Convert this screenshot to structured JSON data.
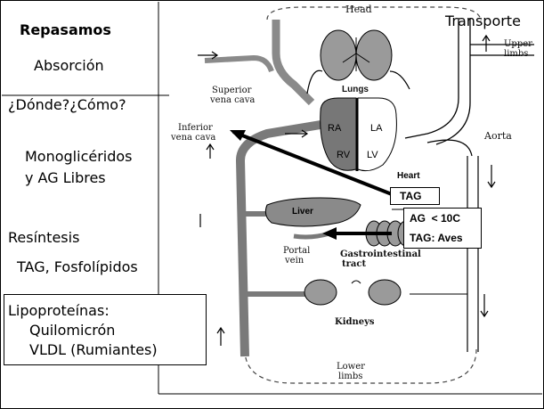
{
  "slide": {
    "title": "Repasamos",
    "topic_transport": "Transporte",
    "items": {
      "absorcion": "Absorción",
      "donde_como": "¿Dónde?¿Cómo?",
      "mono_line1": "Monoglicéridos",
      "mono_line2": "y AG Libres",
      "resintesis": "Resíntesis",
      "tag_fosfo": "TAG, Fosfolípidos"
    },
    "lipoproteins": {
      "heading": "Lipoproteínas:",
      "line1": "Quilomicrón",
      "line2": "VLDL (Rumiantes)"
    }
  },
  "diagram": {
    "labels": {
      "head": "Head",
      "upper_limbs": "Upper limbs",
      "lungs": "Lungs",
      "svc_line1": "Superior",
      "svc_line2": "vena cava",
      "ivc_line1": "Inferior",
      "ivc_line2": "vena cava",
      "aorta": "Aorta",
      "ra": "RA",
      "la": "LA",
      "rv": "RV",
      "lv": "LV",
      "heart": "Heart",
      "liver": "Liver",
      "portal_line1": "Portal",
      "portal_line2": "vein",
      "gi_line1": "Gastrointestinal",
      "gi_line2": "tract",
      "kidneys": "Kidneys",
      "lower_line1": "Lower",
      "lower_line2": "limbs"
    },
    "callouts": {
      "tag": "TAG",
      "ag": "AG  < 10C",
      "tag_aves": "TAG: Aves"
    }
  }
}
